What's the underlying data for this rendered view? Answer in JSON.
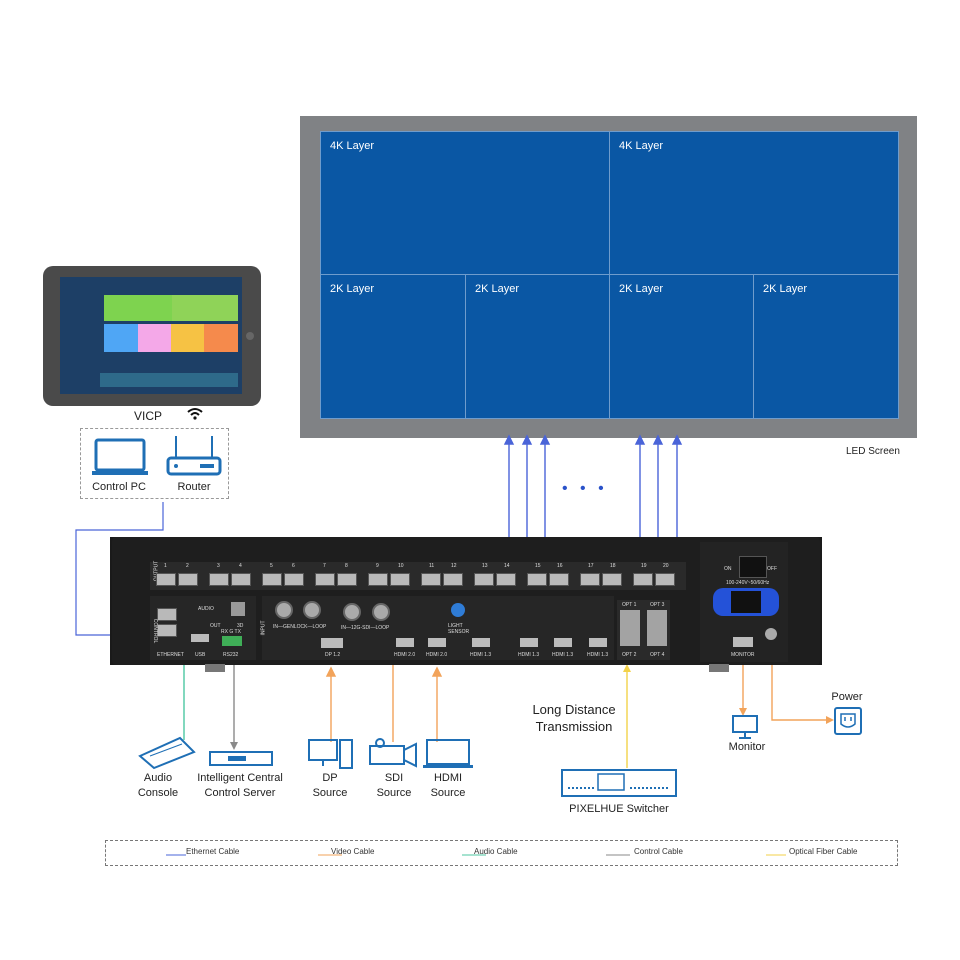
{
  "led_screen": {
    "label": "LED Screen",
    "layers_4k": [
      "4K Layer",
      "4K Layer"
    ],
    "layers_2k": [
      "2K Layer",
      "2K Layer",
      "2K Layer",
      "2K Layer"
    ]
  },
  "tablet": {
    "label": "VICP"
  },
  "network": {
    "control_pc": "Control PC",
    "router": "Router"
  },
  "device": {
    "output_label": "OUTPUT",
    "output_ports": [
      "1",
      "2",
      "3",
      "4",
      "5",
      "6",
      "7",
      "8",
      "9",
      "10",
      "11",
      "12",
      "13",
      "14",
      "15",
      "16",
      "17",
      "18",
      "19",
      "20"
    ],
    "control_label": "CONTROL",
    "ethernet_label": "ETHERNET",
    "audio_label": "AUDIO",
    "audio_out": "OUT",
    "audio_3d": "3D",
    "usb_label": "USB",
    "rs232_label": "RS232",
    "rs232_pins": "RX G TX",
    "input_label": "INPUT",
    "genlock": "IN—GENLOCK—LOOP",
    "sdi": "IN—12G-SDI—LOOP",
    "light_sensor": "LIGHT SENSOR",
    "dp": "DP 1.2",
    "hdmi_ports": [
      "HDMI 2.0",
      "HDMI 2.0",
      "HDMI 1.3",
      "HDMI 1.3",
      "HDMI 1.3",
      "HDMI 1.3"
    ],
    "opt_ports": [
      "OPT 1",
      "OPT 3",
      "OPT 2",
      "OPT 4"
    ],
    "monitor_label": "MONITOR",
    "power_on": "ON",
    "power_off": "OFF",
    "power_rating": "100-240V~50/60Hz"
  },
  "dots": "• • •",
  "sources": {
    "audio_console": [
      "Audio",
      "Console"
    ],
    "control_server": [
      "Intelligent Central",
      "Control Server"
    ],
    "dp_source": [
      "DP",
      "Source"
    ],
    "sdi_source": [
      "SDI",
      "Source"
    ],
    "hdmi_source": [
      "HDMI",
      "Source"
    ]
  },
  "long_distance": [
    "Long Distance",
    "Transmission"
  ],
  "switcher": "PIXELHUE Switcher",
  "monitor": "Monitor",
  "power": "Power",
  "legend": {
    "ethernet": "Ethernet Cable",
    "video": "Video Cable",
    "audio": "Audio Cable",
    "control": "Control Cable",
    "optical": "Optical Fiber Cable"
  },
  "colors": {
    "ethernet": "#4a64d8",
    "video": "#f2a35a",
    "audio": "#4cc7a2",
    "control": "#8a8a8a",
    "optical": "#f3d24a",
    "led": "#0a57a4"
  }
}
